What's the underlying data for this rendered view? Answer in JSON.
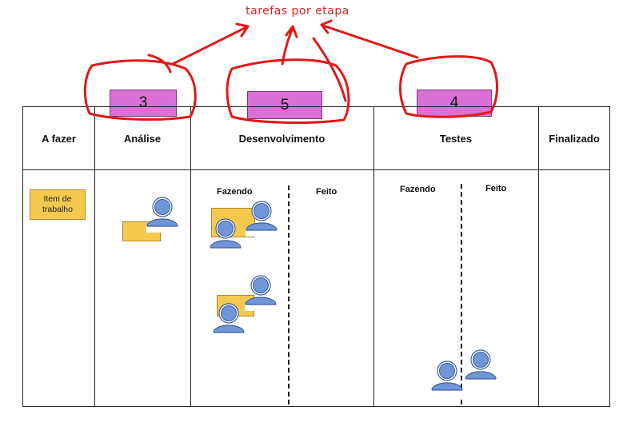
{
  "annotation": {
    "title": "tarefas por etapa"
  },
  "wip_limits": {
    "analise": "3",
    "desenvolvimento": "5",
    "testes": "4"
  },
  "columns": {
    "a_fazer": "A fazer",
    "analise": "Análise",
    "desenvolvimento": "Desenvolvimento",
    "testes": "Testes",
    "finalizado": "Finalizado"
  },
  "subcolumns": {
    "dev_doing": "Fazendo",
    "dev_done": "Feito",
    "test_doing": "Fazendo",
    "test_done": "Feito"
  },
  "cards": {
    "todo_card": "Item de\ntrabalho"
  },
  "colors": {
    "annotation": "#e02020",
    "wip_box": "#da70d6",
    "card": "#f5c94e",
    "person": "#6f97d8"
  }
}
